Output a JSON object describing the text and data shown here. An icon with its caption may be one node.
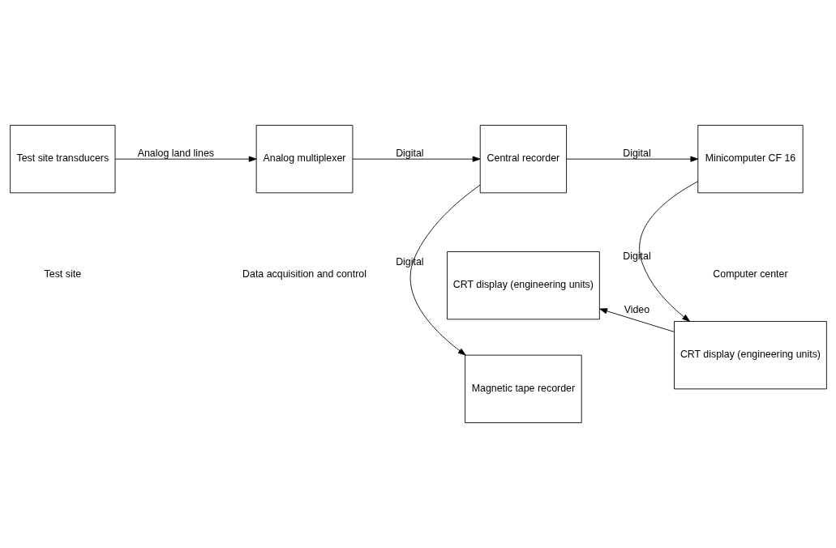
{
  "diagram": {
    "nodes": [
      {
        "text": [
          "Test site transducers"
        ]
      },
      {
        "text": [
          "Analog multiplexer"
        ]
      },
      {
        "text": [
          "Central recorder"
        ]
      },
      {
        "text": [
          "Magnetic tape recorder"
        ]
      },
      {
        "text": [
          "Minicomputer CF 16"
        ]
      },
      {
        "text": [
          "CRT display (engineering units)"
        ]
      },
      {
        "text": [
          "CRT display (engineering units)"
        ]
      }
    ],
    "edges": [
      {
        "from": 0,
        "to": 1,
        "arrow": "to",
        "label": "Analog land lines"
      },
      {
        "from": 1,
        "to": 2,
        "arrow": "to",
        "label": "Digital"
      },
      {
        "from": 2,
        "to": 3,
        "arrow": "to",
        "label": "Digital"
      },
      {
        "from": 2,
        "to": 4,
        "arrow": "to",
        "label": "Digital"
      },
      {
        "from": 4,
        "to": 5,
        "arrow": "to",
        "label": "Digital"
      },
      {
        "from": 5,
        "to": 6,
        "arrow": "to",
        "label": "Video"
      }
    ],
    "labels": [
      "Test site",
      "Data acquisition and control",
      "Computer center"
    ]
  }
}
